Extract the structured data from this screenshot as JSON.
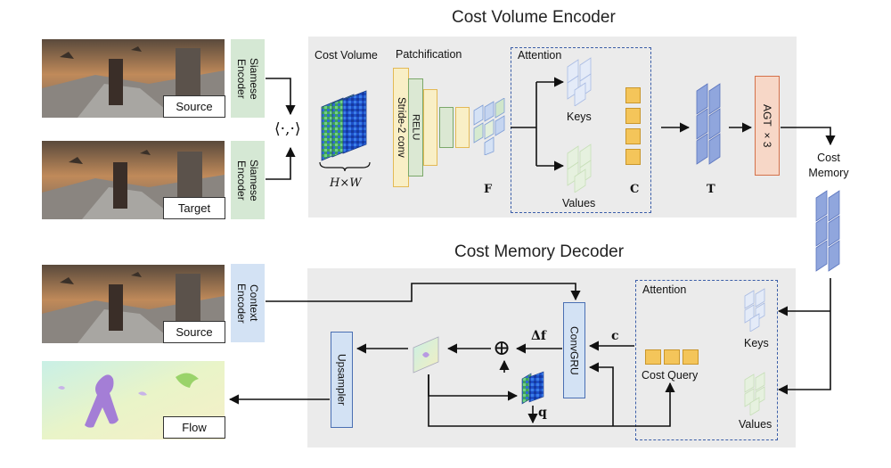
{
  "titles": {
    "encoder": "Cost Volume Encoder",
    "decoder": "Cost Memory Decoder"
  },
  "inputs": {
    "source_top": "Source",
    "target": "Target",
    "source_bottom": "Source",
    "flow": "Flow"
  },
  "encoders": {
    "siamese_1": "Siamese Encoder",
    "siamese_2": "Siamese Encoder",
    "context": "Context Encoder"
  },
  "similarity_op": "⟨·,·⟩",
  "encoder_panel": {
    "cost_volume": "Cost Volume",
    "patchification": "Patchification",
    "attention": "Attention",
    "stride_conv": "Stride-2 conv",
    "relu": "RELU",
    "hw": "H×W",
    "keys": "Keys",
    "values": "Values",
    "f": "F",
    "c": "C",
    "t": "T",
    "agt": "AGT  ×3",
    "cost_memory": "Cost Memory"
  },
  "decoder_panel": {
    "convgru": "ConvGRU",
    "upsampler": "Upsampler",
    "attention": "Attention",
    "keys": "Keys",
    "values": "Values",
    "cost_query": "Cost Query",
    "delta_f": "Δf",
    "c": "c",
    "q": "q",
    "plus": "⊕"
  },
  "colors": {
    "panel": "#ebebeb",
    "siamese_green": "#d5e8d4",
    "context_blue": "#d3e2f4",
    "conv_yellow": "#f9efc6",
    "conv_border": "#e3b955",
    "relu_green": "#dbe8d3",
    "token_orange": "#f4c55a",
    "agt_orange": "#f7d7c7",
    "agt_border": "#d4714a",
    "dashed_blue": "#3b5ea8",
    "key_blue": "#a9bbe3",
    "value_green": "#c7dfb8",
    "memory_blue": "#90a6dd"
  }
}
